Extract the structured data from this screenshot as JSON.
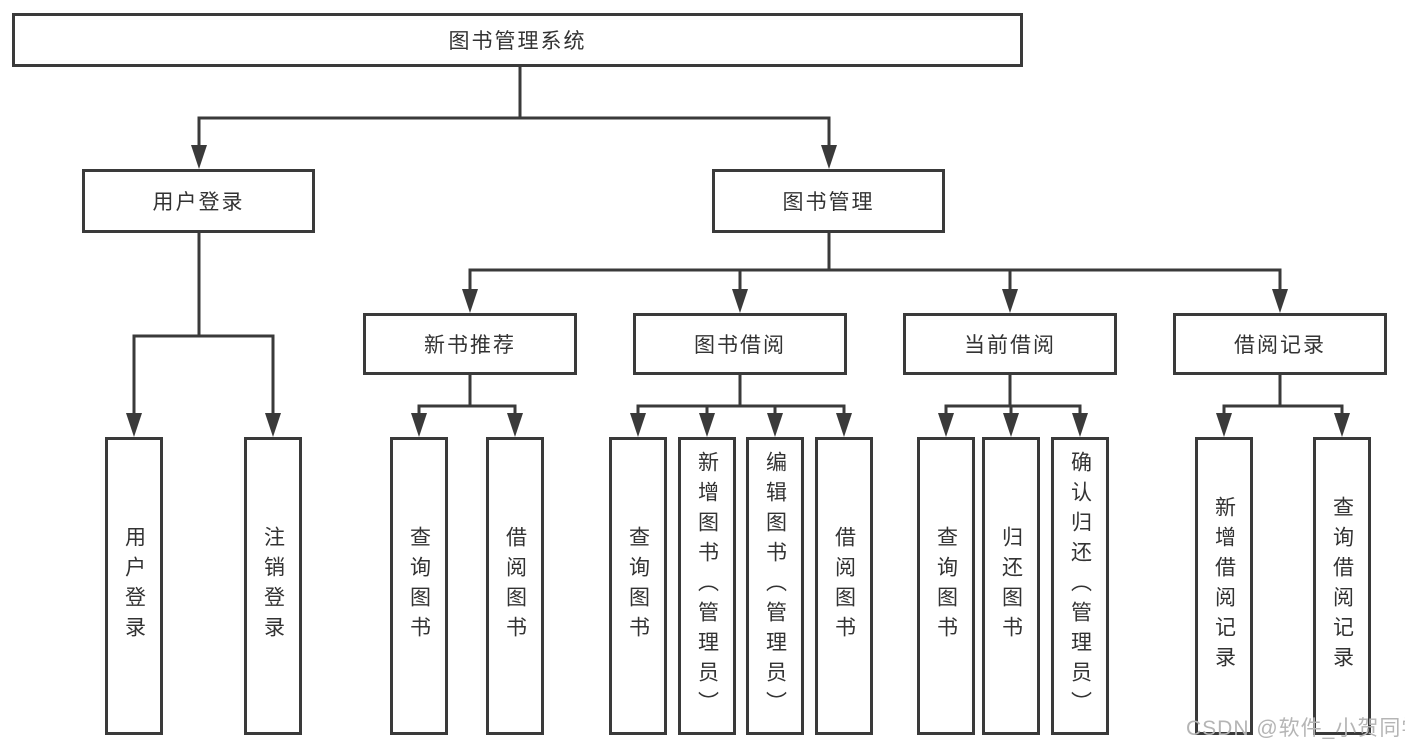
{
  "diagram": {
    "root": {
      "label": "图书管理系统"
    },
    "branches": [
      {
        "label": "用户登录",
        "children": [
          {
            "label": "用户登录"
          },
          {
            "label": "注销登录"
          }
        ]
      },
      {
        "label": "图书管理",
        "groups": [
          {
            "label": "新书推荐",
            "children": [
              {
                "label": "查询图书"
              },
              {
                "label": "借阅图书"
              }
            ]
          },
          {
            "label": "图书借阅",
            "children": [
              {
                "label": "查询图书"
              },
              {
                "label": "新增图书（管理员）"
              },
              {
                "label": "编辑图书（管理员）"
              },
              {
                "label": "借阅图书"
              }
            ]
          },
          {
            "label": "当前借阅",
            "children": [
              {
                "label": "查询图书"
              },
              {
                "label": "归还图书"
              },
              {
                "label": "确认归还（管理员）"
              }
            ]
          },
          {
            "label": "借阅记录",
            "children": [
              {
                "label": "新增借阅记录"
              },
              {
                "label": "查询借阅记录"
              }
            ]
          }
        ]
      }
    ]
  },
  "watermark": {
    "text": "CSDN @软件_小贺同学"
  },
  "colors": {
    "line": "#3a3a3a",
    "text": "#333333",
    "watermark": "#b5b5b5",
    "background": "#ffffff"
  }
}
